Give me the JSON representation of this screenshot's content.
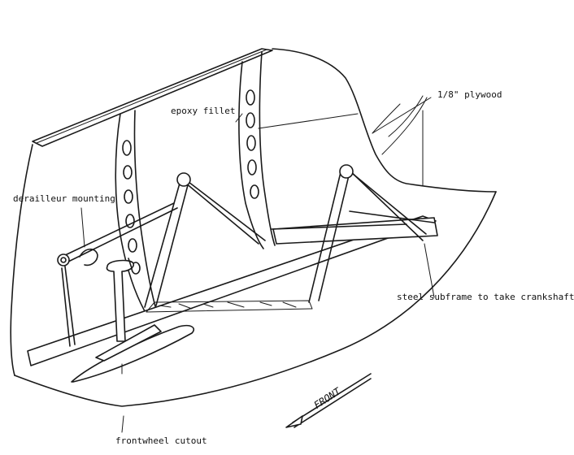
{
  "labels": {
    "epoxy_fillet": "epoxy fillet",
    "plywood": "1/8\" plywood",
    "derailleur_mounting": "derailleur mounting",
    "steel_subframe": "steel subframe to take crankshaft",
    "frontwheel_cutout": "frontwheel cutout",
    "front": "FRONT"
  },
  "colors": {
    "ink": "#1a1a1a",
    "paper": "#ffffff"
  }
}
